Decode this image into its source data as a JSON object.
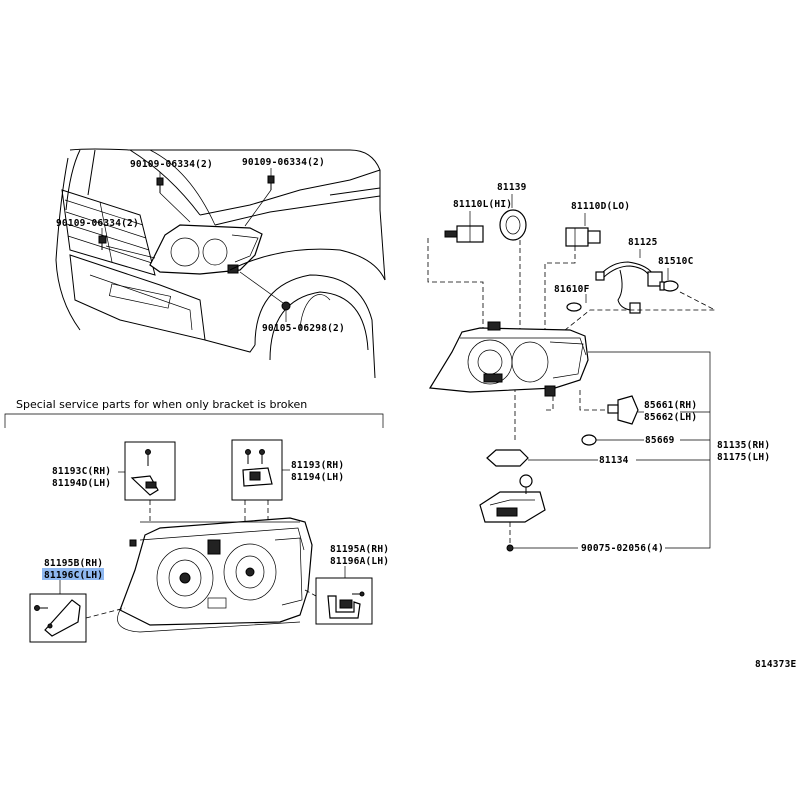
{
  "diagram_id": "814373E",
  "section_caption": "Special service parts for when only bracket is broken",
  "labels": {
    "p90109_a": "90109-06334(2)",
    "p90109_b": "90109-06334(2)",
    "p90109_c": "90109-06334(2)",
    "p90105": "90105-06298(2)",
    "p81139": "81139",
    "p81110l": "81110L(HI)",
    "p81110d": "81110D(LO)",
    "p81125": "81125",
    "p81510c": "81510C",
    "p81610f": "81610F",
    "p85661": "85661(RH)",
    "p85662": "85662(LH)",
    "p85669": "85669",
    "p81134": "81134",
    "p81135": "81135(RH)",
    "p81175": "81175(LH)",
    "p90075": "90075-02056(4)",
    "p81193c": "81193C(RH)",
    "p81194d": "81194D(LH)",
    "p81193": "81193(RH)",
    "p81194": "81194(LH)",
    "p81195b": "81195B(RH)",
    "p81196c": "81196C(LH)",
    "p81195a": "81195A(RH)",
    "p81196a": "81196A(LH)"
  },
  "highlight_color": "#8fb8f0",
  "highlighted_part": "81196C(LH)"
}
